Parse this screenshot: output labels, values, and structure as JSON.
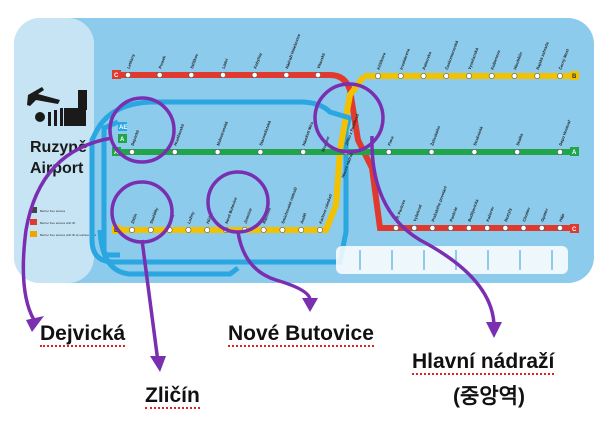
{
  "map": {
    "airport_title_line1": "Ruzyně",
    "airport_title_line2": "Airport",
    "legend": [
      "Barrier free access",
      "Barrier free access with lift",
      "Barrier free access with lift at surface level"
    ],
    "lines": [
      {
        "id": "A",
        "color": "#22a54a"
      },
      {
        "id": "B",
        "color": "#f2c100"
      },
      {
        "id": "C",
        "color": "#e03a2e"
      },
      {
        "id": "AE",
        "color": "#2aa6e0"
      }
    ],
    "line_end_labels": {
      "c_start": "C",
      "a_start": "A",
      "b_start": "B",
      "c_end": "C",
      "a_end": "A",
      "b_end": "B"
    },
    "c_line_stations": [
      "Letňany",
      "Prosek",
      "Střížkov",
      "Ládví",
      "Kobylisy",
      "Nádraží Holešovice",
      "Vltavská"
    ],
    "b_upper_stations": [
      "Křižíkova",
      "Invalidovna",
      "Palmovka",
      "Českomoravská",
      "Vysočanská",
      "Kolbenova",
      "Hloubětín",
      "Rajská zahrada",
      "Černý Most"
    ],
    "a_line_stations": [
      "Dejvická",
      "Hradčanská",
      "Malostranská",
      "Staroměstská",
      "Náměstí Míru",
      "Jiřího z Poděbrad",
      "Flora",
      "Želivského",
      "Strašnická",
      "Skalka",
      "Depo Hostivař"
    ],
    "b_lower_stations": [
      "Zličín",
      "Stodůlky",
      "Luka",
      "Lužiny",
      "Hůrka",
      "Nové Butovice",
      "Jinonice",
      "Radlická",
      "Smíchovské nádraží",
      "Anděl",
      "Karlovo náměstí"
    ],
    "c_lower_stations": [
      "I. P. Pavlova",
      "Vyšehrad",
      "Pražského povstání",
      "Pankrác",
      "Budějovická",
      "Kačerov",
      "Roztyly",
      "Chodov",
      "Opatov",
      "Háje"
    ],
    "center_labels": [
      "Muzeum",
      "Hlavní nádraží"
    ],
    "airport_badges": [
      "AE",
      "A"
    ]
  },
  "callouts": {
    "dejvicka": "Dejvická",
    "zlicin": "Zličín",
    "nove_butovice": "Nové Butovice",
    "hlavni_line1": "Hlavní nádraží",
    "hlavni_line2": "(중앙역)"
  },
  "colors": {
    "map_bg": "#8ccbec",
    "highlight_circle": "#7a2fb0"
  }
}
